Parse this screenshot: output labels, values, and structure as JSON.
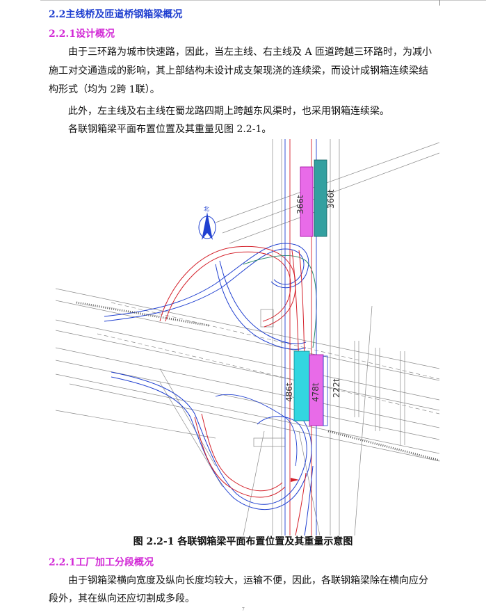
{
  "section": {
    "title": "2.2主线桥及匝道桥钢箱梁概况",
    "sub1": {
      "title": "2.2.1设计概况",
      "para1_line1": "由于三环路为城市快速路，因此，当左主线、右主线及 A 匝道跨越三环路时，为减小",
      "para1_line2": "施工对交通造成的影响，其上部结构未设计成支架现浇的连续梁，而设计成钢箱连续梁结",
      "para1_line3": "构形式（均为 2跨 1联）。",
      "para2": "此外，左主线及右主线在蜀龙路四期上跨越东风渠时，也采用钢箱连续梁。",
      "para3": "各联钢箱梁平面布置位置及其重量见图 2.2-1。"
    },
    "sub2": {
      "title": "2.2.1工厂加工分段概况",
      "para_line1": "由于钢箱梁横向宽度及纵向长度均较大，运输不便，因此，各联钢箱梁除在横向应分",
      "para_line2": "段外，其在纵向还应切割成多段。"
    }
  },
  "figure": {
    "caption": "图 2.2-1   各联钢箱梁平面布置位置及其重量示意图",
    "north_label": "北",
    "weight_labels": [
      "366t",
      "366t",
      "486t",
      "478t",
      "222t"
    ],
    "colors": {
      "magenta_fill": "#e86be8",
      "cyan_fill": "#33d6e0",
      "teal_fill": "#33a0a0",
      "red_line": "#d4202a",
      "blue_line": "#2040d0",
      "gray_line": "#8a8a8a"
    }
  },
  "footer": {
    "page_mark": "7"
  }
}
